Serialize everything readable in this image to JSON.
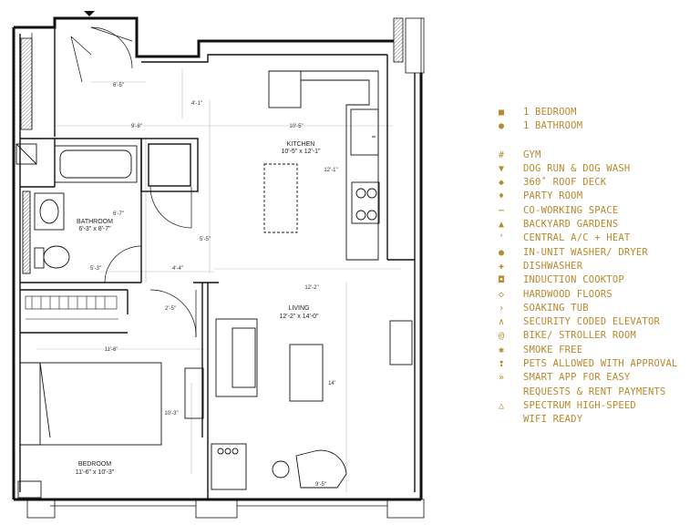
{
  "plan": {
    "rooms": {
      "kitchen": {
        "name": "KITCHEN",
        "size": "10'-5\" x 12'-1\""
      },
      "bathroom": {
        "name": "BATHROOM",
        "size": "6'-3\" x 8'-7\""
      },
      "living": {
        "name": "LIVING",
        "size": "12'-2\" x 14'-0\""
      },
      "bedroom": {
        "name": "BEDROOM",
        "size": "11'-6\" x 10'-3\""
      }
    },
    "dims": {
      "d1": "6'-5\"",
      "d2": "4'-1\"",
      "d3": "9'-8\"",
      "d4": "10'-5\"",
      "d5": "12'-1\"",
      "d6": "6'-7\"",
      "d7": "5'-5\"",
      "d8": "4'-4\"",
      "d9": "5'-3\"",
      "d10": "12'-2\"",
      "d11": "2'-5\"",
      "d12": "11'-6\"",
      "d13": "10'-3\"",
      "d14": "14'",
      "d15": "9'-5\""
    }
  },
  "legend": {
    "color": "#b8892d",
    "items": [
      {
        "icon": "■",
        "icon_name": "bedroom-icon",
        "text": "1 BEDROOM"
      },
      {
        "icon": "●",
        "icon_name": "bathroom-drop-icon",
        "text": "1 BATHROOM"
      },
      {
        "icon": "#",
        "icon_name": "gym-icon",
        "text": "GYM"
      },
      {
        "icon": "▼",
        "icon_name": "dog-run-icon",
        "text": "DOG RUN & DOG WASH"
      },
      {
        "icon": "◆",
        "icon_name": "roof-deck-icon",
        "text": "360˚ ROOF DECK"
      },
      {
        "icon": "♦",
        "icon_name": "party-room-icon",
        "text": "PARTY ROOM"
      },
      {
        "icon": "⋯",
        "icon_name": "coworking-icon",
        "text": "CO-WORKING SPACE"
      },
      {
        "icon": "▲",
        "icon_name": "garden-icon",
        "text": "BACKYARD GARDENS"
      },
      {
        "icon": "❛",
        "icon_name": "ac-heat-icon",
        "text": "CENTRAL A/C + HEAT"
      },
      {
        "icon": "●",
        "icon_name": "washer-dryer-icon",
        "text": "IN-UNIT WASHER/ DRYER"
      },
      {
        "icon": "✚",
        "icon_name": "dishwasher-icon",
        "text": "DISHWASHER"
      },
      {
        "icon": "◘",
        "icon_name": "cooktop-icon",
        "text": "INDUCTION COOKTOP"
      },
      {
        "icon": "◇",
        "icon_name": "hardwood-icon",
        "text": "HARDWOOD FLOORS"
      },
      {
        "icon": "›",
        "icon_name": "soaking-tub-icon",
        "text": "SOAKING TUB"
      },
      {
        "icon": "∧",
        "icon_name": "elevator-icon",
        "text": "SECURITY CODED ELEVATOR"
      },
      {
        "icon": "@",
        "icon_name": "bike-room-icon",
        "text": "BIKE/ STROLLER ROOM"
      },
      {
        "icon": "✱",
        "icon_name": "smoke-free-icon",
        "text": "SMOKE FREE"
      },
      {
        "icon": "❢",
        "icon_name": "pets-icon",
        "text": "PETS ALLOWED WITH APPROVAL"
      },
      {
        "icon": "»",
        "icon_name": "smart-app-icon",
        "text": "SMART APP FOR EASY"
      },
      {
        "icon": "",
        "icon_name": "",
        "text": "REQUESTS & RENT PAYMENTS"
      },
      {
        "icon": "△",
        "icon_name": "wifi-icon",
        "text": "SPECTRUM HIGH-SPEED"
      },
      {
        "icon": "",
        "icon_name": "",
        "text": "WIFI READY"
      }
    ]
  }
}
